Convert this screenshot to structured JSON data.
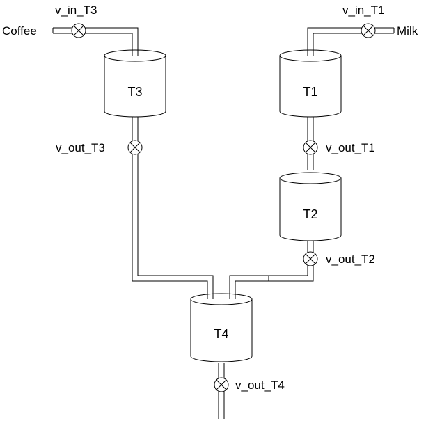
{
  "sources": {
    "coffee": "Coffee",
    "milk": "Milk"
  },
  "tanks": {
    "t1": "T1",
    "t2": "T2",
    "t3": "T3",
    "t4": "T4"
  },
  "valves": {
    "v_in_t3": "v_in_T3",
    "v_in_t1": "v_in_T1",
    "v_out_t3": "v_out_T3",
    "v_out_t1": "v_out_T1",
    "v_out_t2": "v_out_T2",
    "v_out_t4": "v_out_T4"
  }
}
